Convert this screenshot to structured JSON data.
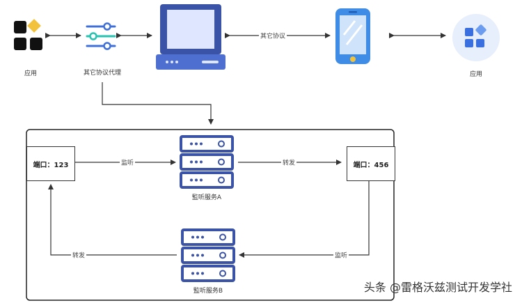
{
  "nodes": {
    "app_left_label": "应用",
    "proxy_label": "其它协议代理",
    "app_right_label": "应用",
    "service_a_label": "監听服务A",
    "service_b_label": "監听服务B"
  },
  "edges": {
    "computer_to_phone": "其它协议",
    "port123_to_service_a": "监听",
    "service_a_to_port456": "转发",
    "port456_to_service_b": "监听",
    "service_b_to_port123": "转发"
  },
  "ports": {
    "left": "端口：123",
    "right": "端口：456"
  },
  "colors": {
    "accent": "#3a53a6",
    "accent_light": "#5a7fd6",
    "screen": "#dfe6ff",
    "phone": "#3f8ce6",
    "teal": "#27c2b0",
    "gold": "#f3c23c"
  },
  "watermark": "头条 @雷格沃兹测试开发学社"
}
